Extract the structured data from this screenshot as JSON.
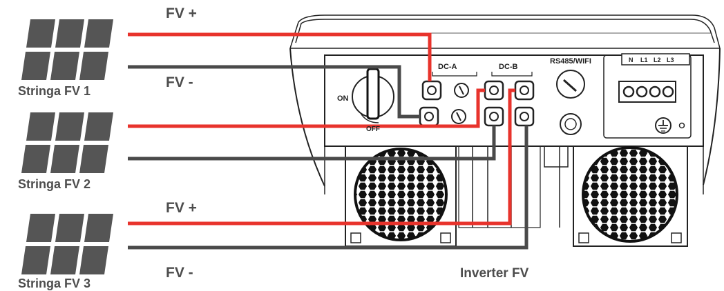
{
  "labels": {
    "fv_plus_top": "FV +",
    "fv_minus_top": "FV -",
    "fv_plus_bottom": "FV +",
    "fv_minus_bottom": "FV -",
    "inverter": "Inverter FV"
  },
  "strings": [
    {
      "label": "Stringa FV 1"
    },
    {
      "label": "Stringa FV 2"
    },
    {
      "label": "Stringa FV 3"
    }
  ],
  "inverter_panel": {
    "dc_a": "DC-A",
    "dc_b": "DC-B",
    "rs485": "RS485/WIFI",
    "on": "ON",
    "off": "OFF",
    "terminals": [
      "N",
      "L1",
      "L2",
      "L3"
    ]
  },
  "colors": {
    "positive_wire": "#e8332c",
    "negative_wire": "#4a4a4a",
    "panel": "#555555",
    "text": "#4d4d4d"
  }
}
